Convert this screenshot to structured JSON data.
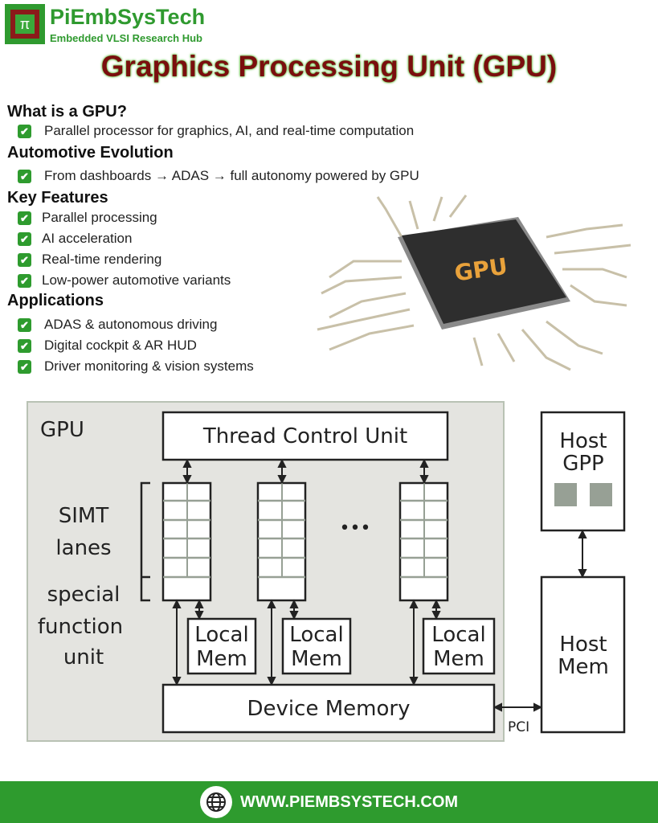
{
  "header": {
    "brand": "PiEmbSysTech",
    "tagline": "Embedded VLSI Research Hub",
    "logo_symbol": "π",
    "title": "Graphics Processing Unit (GPU)"
  },
  "sections": [
    {
      "heading": "What is a GPU?",
      "items": [
        "Parallel processor for graphics, AI, and real-time computation"
      ]
    },
    {
      "heading": "Automotive Evolution",
      "items": [
        "From dashboards → ADAS → full autonomy powered by GPU"
      ]
    },
    {
      "heading": "Key Features",
      "items": [
        "Parallel processing",
        "AI acceleration",
        "Real-time rendering",
        "Low-power automotive variants"
      ]
    },
    {
      "heading": "Applications",
      "items": [
        "ADAS & autonomous driving",
        "Digital cockpit & AR HUD",
        "Driver monitoring & vision systems"
      ]
    }
  ],
  "chip": {
    "label": "GPU"
  },
  "diagram": {
    "gpu_label": "GPU",
    "thread_control": "Thread Control Unit",
    "simt": "SIMT",
    "lanes": "lanes",
    "special": "special",
    "function": "function",
    "unit": "unit",
    "ellipsis": "•••",
    "local": "Local",
    "mem": "Mem",
    "device_memory": "Device Memory",
    "pci": "PCI",
    "host": "Host",
    "gpp": "GPP",
    "host_mem_1": "Host",
    "host_mem_2": "Mem"
  },
  "footer": {
    "url": "WWW.PIEMBSYSTECH.COM"
  },
  "colors": {
    "green": "#2e9b2e",
    "title": "#7a0e0e"
  }
}
